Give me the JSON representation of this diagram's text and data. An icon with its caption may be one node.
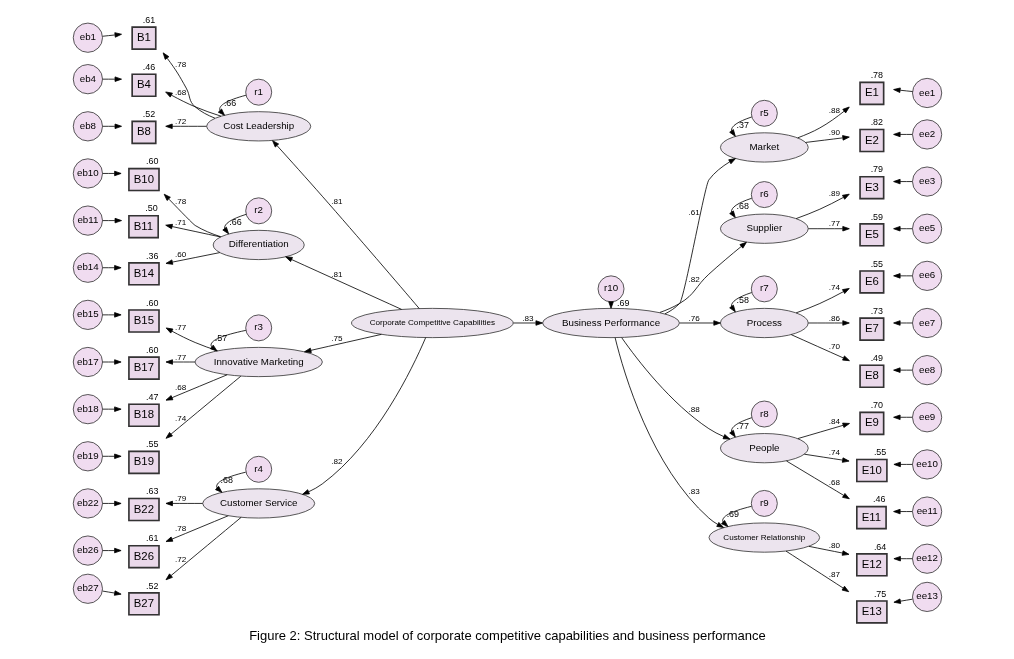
{
  "diagram": {
    "caption": "Figure 2: Structural model of corporate competitive capabilities and business performance",
    "nodes": [
      {
        "text": [
          "Cost Leadership"
        ],
        "beside": [
          ".66"
        ]
      },
      {
        "text": [
          "r1"
        ]
      },
      {
        "text": [
          "B1"
        ],
        "beside": [
          ".61"
        ]
      },
      {
        "text": [
          "eb1"
        ]
      },
      {
        "text": [
          "B4"
        ],
        "beside": [
          ".46"
        ]
      },
      {
        "text": [
          "eb4"
        ]
      },
      {
        "text": [
          "B8"
        ],
        "beside": [
          ".52"
        ]
      },
      {
        "text": [
          "eb8"
        ]
      },
      {
        "text": [
          "Differentiation"
        ],
        "beside": [
          ".66"
        ]
      },
      {
        "text": [
          "r2"
        ]
      },
      {
        "text": [
          "B10"
        ],
        "beside": [
          ".60"
        ]
      },
      {
        "text": [
          "eb10"
        ]
      },
      {
        "text": [
          "B11"
        ],
        "beside": [
          ".50"
        ]
      },
      {
        "text": [
          "eb11"
        ]
      },
      {
        "text": [
          "B14"
        ],
        "beside": [
          ".36"
        ]
      },
      {
        "text": [
          "eb14"
        ]
      },
      {
        "text": [
          "Innovative Marketing"
        ],
        "beside": [
          ".57"
        ]
      },
      {
        "text": [
          "r3"
        ]
      },
      {
        "text": [
          "B15"
        ],
        "beside": [
          ".60"
        ]
      },
      {
        "text": [
          "eb15"
        ]
      },
      {
        "text": [
          "B17"
        ],
        "beside": [
          ".60"
        ]
      },
      {
        "text": [
          "eb17"
        ]
      },
      {
        "text": [
          "B18"
        ],
        "beside": [
          ".47"
        ]
      },
      {
        "text": [
          "eb18"
        ]
      },
      {
        "text": [
          "B19"
        ],
        "beside": [
          ".55"
        ]
      },
      {
        "text": [
          "eb19"
        ]
      },
      {
        "text": [
          "Customer Service"
        ],
        "beside": [
          ".68"
        ]
      },
      {
        "text": [
          "r4"
        ]
      },
      {
        "text": [
          "B22"
        ],
        "beside": [
          ".63"
        ]
      },
      {
        "text": [
          "eb22"
        ]
      },
      {
        "text": [
          "B26"
        ],
        "beside": [
          ".61"
        ]
      },
      {
        "text": [
          "eb26"
        ]
      },
      {
        "text": [
          "B27"
        ],
        "beside": [
          ".52"
        ]
      },
      {
        "text": [
          "eb27"
        ]
      },
      {
        "text": [
          "Corporate Competitive Capabilities"
        ]
      },
      {
        "text": [
          "Business Performance"
        ],
        "beside": [
          ".69"
        ]
      },
      {
        "text": [
          "r10"
        ]
      },
      {
        "text": [
          "Market"
        ],
        "beside": [
          ".37"
        ]
      },
      {
        "text": [
          "r5"
        ]
      },
      {
        "text": [
          "E1"
        ],
        "beside": [
          ".78"
        ]
      },
      {
        "text": [
          "ee1"
        ]
      },
      {
        "text": [
          "E2"
        ],
        "beside": [
          ".82"
        ]
      },
      {
        "text": [
          "ee2"
        ]
      },
      {
        "text": [
          "Supplier"
        ],
        "beside": [
          ".68"
        ]
      },
      {
        "text": [
          "r6"
        ]
      },
      {
        "text": [
          "E3"
        ],
        "beside": [
          ".79"
        ]
      },
      {
        "text": [
          "ee3"
        ]
      },
      {
        "text": [
          "E5"
        ],
        "beside": [
          ".59"
        ]
      },
      {
        "text": [
          "ee5"
        ]
      },
      {
        "text": [
          "Process"
        ],
        "beside": [
          ".58"
        ]
      },
      {
        "text": [
          "r7"
        ]
      },
      {
        "text": [
          "E6"
        ],
        "beside": [
          ".55"
        ]
      },
      {
        "text": [
          "ee6"
        ]
      },
      {
        "text": [
          "E7"
        ],
        "beside": [
          ".73"
        ]
      },
      {
        "text": [
          "ee7"
        ]
      },
      {
        "text": [
          "E8"
        ],
        "beside": [
          ".49"
        ]
      },
      {
        "text": [
          "ee8"
        ]
      },
      {
        "text": [
          "People"
        ],
        "beside": [
          ".77"
        ]
      },
      {
        "text": [
          "r8"
        ]
      },
      {
        "text": [
          "E9"
        ],
        "beside": [
          ".70"
        ]
      },
      {
        "text": [
          "ee9"
        ]
      },
      {
        "text": [
          "E10"
        ],
        "beside": [
          ".55"
        ]
      },
      {
        "text": [
          "ee10"
        ]
      },
      {
        "text": [
          "E11"
        ],
        "beside": [
          ".46"
        ]
      },
      {
        "text": [
          "ee11"
        ]
      },
      {
        "text": [
          "Customer Relationship"
        ],
        "beside": [
          ".69"
        ]
      },
      {
        "text": [
          "r9"
        ]
      },
      {
        "text": [
          "E12"
        ],
        "beside": [
          ".64"
        ]
      },
      {
        "text": [
          "ee12"
        ]
      },
      {
        "text": [
          "E13"
        ],
        "beside": [
          ".75"
        ]
      },
      {
        "text": [
          "ee13"
        ]
      }
    ],
    "edges": [
      {
        "from": 0,
        "to": 2,
        "arrow": "to",
        "label": ".78"
      },
      {
        "from": 0,
        "to": 4,
        "arrow": "to",
        "label": ".68"
      },
      {
        "from": 0,
        "to": 6,
        "arrow": "to",
        "label": ".72"
      },
      {
        "from": 3,
        "to": 2,
        "arrow": "to"
      },
      {
        "from": 5,
        "to": 4,
        "arrow": "to"
      },
      {
        "from": 7,
        "to": 6,
        "arrow": "to"
      },
      {
        "from": 1,
        "to": 0,
        "arrow": "to"
      },
      {
        "from": 8,
        "to": 10,
        "arrow": "to",
        "label": ".78"
      },
      {
        "from": 8,
        "to": 12,
        "arrow": "to",
        "label": ".71"
      },
      {
        "from": 8,
        "to": 14,
        "arrow": "to",
        "label": ".60"
      },
      {
        "from": 11,
        "to": 10,
        "arrow": "to"
      },
      {
        "from": 13,
        "to": 12,
        "arrow": "to"
      },
      {
        "from": 15,
        "to": 14,
        "arrow": "to"
      },
      {
        "from": 9,
        "to": 8,
        "arrow": "to"
      },
      {
        "from": 16,
        "to": 18,
        "arrow": "to",
        "label": ".77"
      },
      {
        "from": 16,
        "to": 20,
        "arrow": "to",
        "label": ".77"
      },
      {
        "from": 16,
        "to": 22,
        "arrow": "to",
        "label": ".68"
      },
      {
        "from": 16,
        "to": 24,
        "arrow": "to",
        "label": ".74"
      },
      {
        "from": 19,
        "to": 18,
        "arrow": "to"
      },
      {
        "from": 21,
        "to": 20,
        "arrow": "to"
      },
      {
        "from": 23,
        "to": 22,
        "arrow": "to"
      },
      {
        "from": 25,
        "to": 24,
        "arrow": "to"
      },
      {
        "from": 17,
        "to": 16,
        "arrow": "to"
      },
      {
        "from": 26,
        "to": 28,
        "arrow": "to",
        "label": ".79"
      },
      {
        "from": 26,
        "to": 30,
        "arrow": "to",
        "label": ".78"
      },
      {
        "from": 26,
        "to": 32,
        "arrow": "to",
        "label": ".72"
      },
      {
        "from": 29,
        "to": 28,
        "arrow": "to"
      },
      {
        "from": 31,
        "to": 30,
        "arrow": "to"
      },
      {
        "from": 33,
        "to": 32,
        "arrow": "to"
      },
      {
        "from": 27,
        "to": 26,
        "arrow": "to"
      },
      {
        "from": 34,
        "to": 0,
        "arrow": "to",
        "label": ".81"
      },
      {
        "from": 34,
        "to": 8,
        "arrow": "to",
        "label": ".81"
      },
      {
        "from": 34,
        "to": 16,
        "arrow": "to",
        "label": ".75"
      },
      {
        "from": 34,
        "to": 26,
        "arrow": "to",
        "label": ".82"
      },
      {
        "from": 34,
        "to": 35,
        "arrow": "to",
        "label": ".83"
      },
      {
        "from": 36,
        "to": 35,
        "arrow": "to"
      },
      {
        "from": 35,
        "to": 37,
        "arrow": "to",
        "label": ".61"
      },
      {
        "from": 35,
        "to": 43,
        "arrow": "to",
        "label": ".82"
      },
      {
        "from": 35,
        "to": 49,
        "arrow": "to",
        "label": ".76"
      },
      {
        "from": 35,
        "to": 57,
        "arrow": "to",
        "label": ".88"
      },
      {
        "from": 35,
        "to": 65,
        "arrow": "to",
        "label": ".83"
      },
      {
        "from": 37,
        "to": 39,
        "arrow": "to",
        "label": ".88"
      },
      {
        "from": 37,
        "to": 41,
        "arrow": "to",
        "label": ".90"
      },
      {
        "from": 40,
        "to": 39,
        "arrow": "to"
      },
      {
        "from": 42,
        "to": 41,
        "arrow": "to"
      },
      {
        "from": 38,
        "to": 37,
        "arrow": "to"
      },
      {
        "from": 43,
        "to": 45,
        "arrow": "to",
        "label": ".89"
      },
      {
        "from": 43,
        "to": 47,
        "arrow": "to",
        "label": ".77"
      },
      {
        "from": 46,
        "to": 45,
        "arrow": "to"
      },
      {
        "from": 48,
        "to": 47,
        "arrow": "to"
      },
      {
        "from": 44,
        "to": 43,
        "arrow": "to"
      },
      {
        "from": 49,
        "to": 51,
        "arrow": "to",
        "label": ".74"
      },
      {
        "from": 49,
        "to": 53,
        "arrow": "to",
        "label": ".86"
      },
      {
        "from": 49,
        "to": 55,
        "arrow": "to",
        "label": ".70"
      },
      {
        "from": 52,
        "to": 51,
        "arrow": "to"
      },
      {
        "from": 54,
        "to": 53,
        "arrow": "to"
      },
      {
        "from": 56,
        "to": 55,
        "arrow": "to"
      },
      {
        "from": 50,
        "to": 49,
        "arrow": "to"
      },
      {
        "from": 57,
        "to": 59,
        "arrow": "to",
        "label": ".84"
      },
      {
        "from": 57,
        "to": 61,
        "arrow": "to",
        "label": ".74"
      },
      {
        "from": 57,
        "to": 63,
        "arrow": "to",
        "label": ".68"
      },
      {
        "from": 60,
        "to": 59,
        "arrow": "to"
      },
      {
        "from": 62,
        "to": 61,
        "arrow": "to"
      },
      {
        "from": 64,
        "to": 63,
        "arrow": "to"
      },
      {
        "from": 58,
        "to": 57,
        "arrow": "to"
      },
      {
        "from": 65,
        "to": 67,
        "arrow": "to",
        "label": ".80"
      },
      {
        "from": 65,
        "to": 69,
        "arrow": "to",
        "label": ".87"
      },
      {
        "from": 68,
        "to": 67,
        "arrow": "to"
      },
      {
        "from": 70,
        "to": 69,
        "arrow": "to"
      },
      {
        "from": 66,
        "to": 65,
        "arrow": "to"
      }
    ]
  }
}
